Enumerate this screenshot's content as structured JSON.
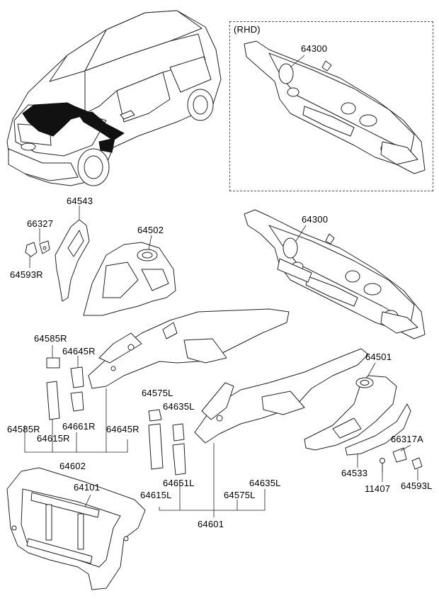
{
  "rhd_box": {
    "label": "(RHD)",
    "part": "64300"
  },
  "labels": {
    "p64300_main": "64300",
    "p64543": "64543",
    "p66327": "66327",
    "p64593R": "64593R",
    "p64502": "64502",
    "p64585R_top": "64585R",
    "p64645R_top": "64645R",
    "p64585R_bot": "64585R",
    "p64661R": "64661R",
    "p64645R_bot": "64645R",
    "p64615R": "64615R",
    "p64602": "64602",
    "p64575L_top": "64575L",
    "p64635L_top": "64635L",
    "p64501": "64501",
    "p66317A": "66317A",
    "p64533": "64533",
    "p11407": "11407",
    "p64593L": "64593L",
    "p64651L": "64651L",
    "p64615L": "64615L",
    "p64575L_bot": "64575L",
    "p64635L_bot": "64635L",
    "p64601": "64601",
    "p64101": "64101"
  }
}
